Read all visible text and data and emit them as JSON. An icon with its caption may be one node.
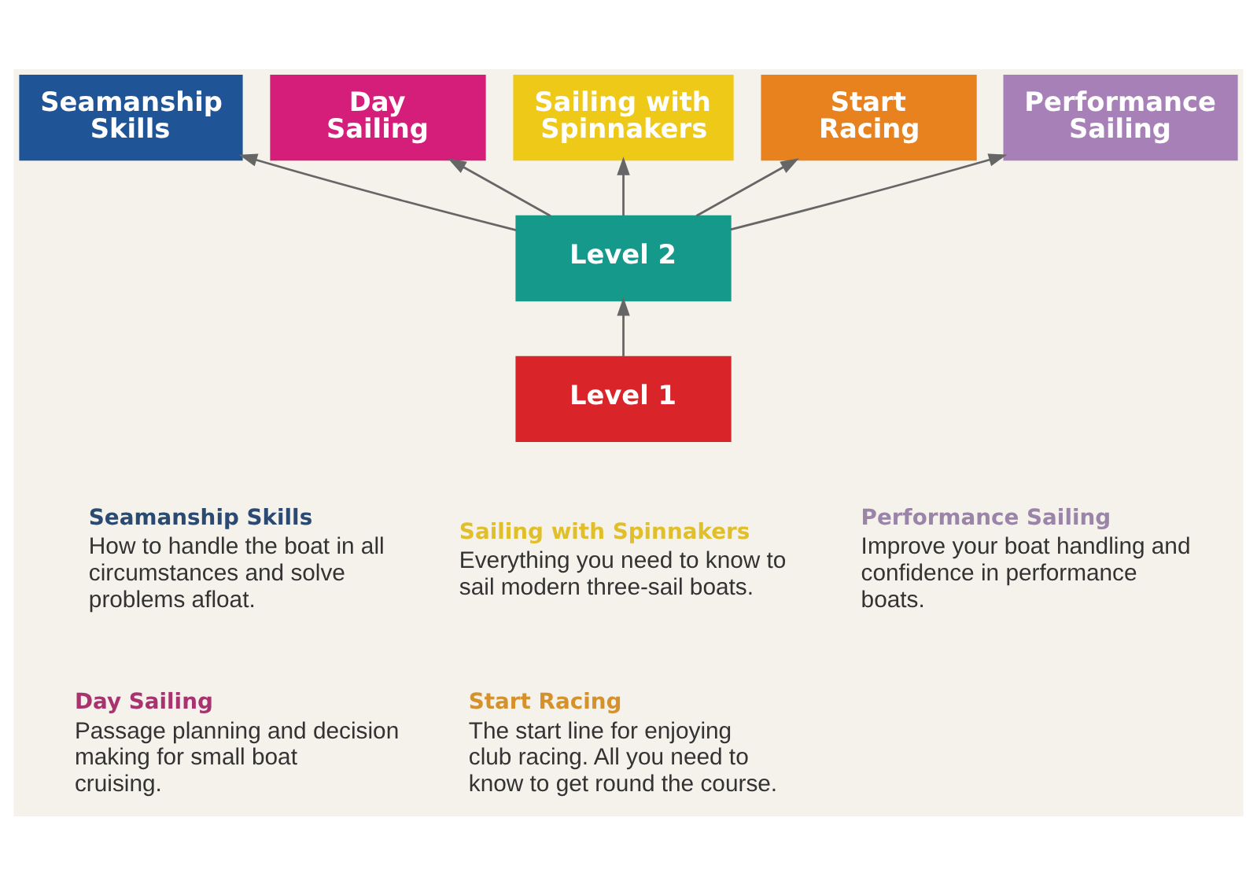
{
  "diagram": {
    "nodes": [
      {
        "text": [
          "Seamanship Skills"
        ]
      },
      {
        "text": [
          "Day Sailing"
        ]
      },
      {
        "text": [
          "Sailing with Spinnakers"
        ]
      },
      {
        "text": [
          "Start Racing"
        ]
      },
      {
        "text": [
          "Performance Sailing"
        ]
      },
      {
        "text": [
          "Level 2"
        ]
      },
      {
        "text": [
          "Level 1"
        ]
      }
    ],
    "edges": [
      {
        "from": 5,
        "to": 0,
        "arrow": "to"
      },
      {
        "from": 5,
        "to": 1,
        "arrow": "to"
      },
      {
        "from": 5,
        "to": 2,
        "arrow": "to"
      },
      {
        "from": 5,
        "to": 3,
        "arrow": "to"
      },
      {
        "from": 5,
        "to": 4,
        "arrow": "to"
      },
      {
        "from": 6,
        "to": 5,
        "arrow": "to"
      }
    ],
    "labels": [
      "Seamanship Skills",
      "How to handle the boat in all circumstances and solve problems afloat.",
      "Day Sailing",
      "Passage planning and decision making for small boat cruising.",
      "Sailing with Spinnakers",
      "Everything you need to know to sail modern three-sail boats.",
      "Start Racing",
      "The start line for enjoying club racing. All you need to know to get round the course.",
      "Performance Sailing",
      "Improve your boat handling and confidence in performance boats."
    ]
  }
}
